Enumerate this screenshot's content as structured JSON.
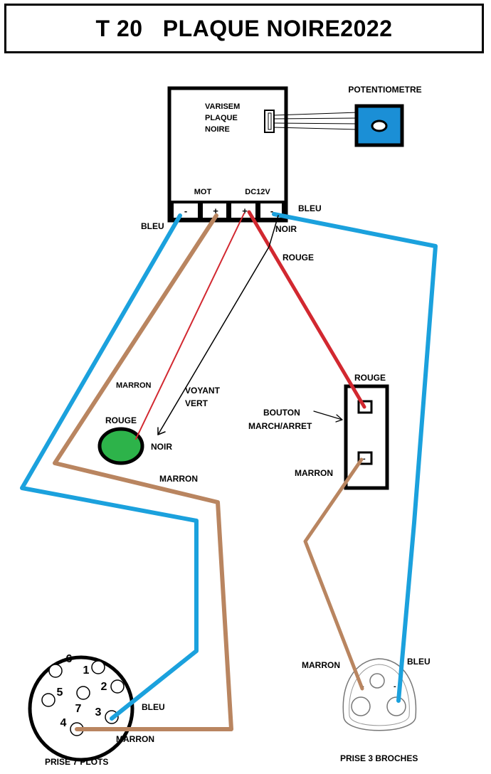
{
  "title": "T 20   PLAQUE NOIRE2022",
  "variator": {
    "lines": [
      "VARISEM",
      "PLAQUE",
      "NOIRE"
    ],
    "label_mot": "MOT",
    "label_dc": "DC12V",
    "terminals": [
      "-",
      "+",
      "+",
      "-"
    ]
  },
  "potentiometer": {
    "label": "POTENTIOMETRE"
  },
  "wire_labels": {
    "bleu_left": "BLEU",
    "bleu_right": "BLEU",
    "noir_top": "NOIR",
    "rouge_top": "ROUGE",
    "marron_left": "MARRON",
    "marron_mid": "MARRON",
    "rouge_switch": "ROUGE",
    "marron_switch": "MARRON",
    "rouge_lamp": "ROUGE",
    "noir_lamp": "NOIR",
    "marron_socket3": "MARRON",
    "bleu_socket3": "BLEU",
    "bleu_socket7": "BLEU",
    "marron_socket7": "MARRON"
  },
  "lamp": {
    "label_line1": "VOYANT",
    "label_line2": "VERT"
  },
  "switch": {
    "label_line1": "BOUTON",
    "label_line2": "MARCH/ARRET"
  },
  "socket7": {
    "label": "PRISE 7 PLOTS",
    "pins": [
      "1",
      "2",
      "3",
      "4",
      "5",
      "6",
      "7"
    ]
  },
  "socket3": {
    "label": "PRISE 3 BROCHES"
  },
  "colors": {
    "blue": "#1ba1dd",
    "brown": "#b98560",
    "red": "#d22830",
    "black": "#000000",
    "green": "#2db34a",
    "pot_blue": "#1b8fd6"
  }
}
